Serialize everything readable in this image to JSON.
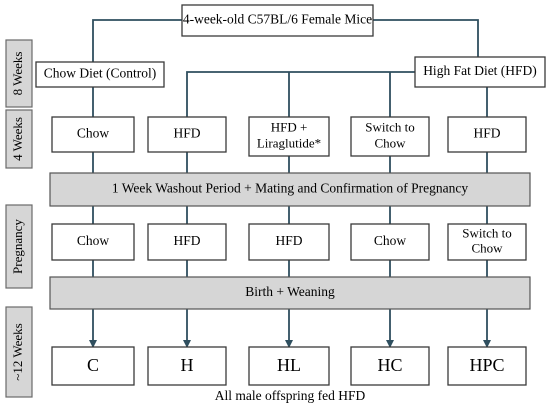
{
  "top": {
    "title": "4-week-old C57BL/6 Female Mice"
  },
  "side_labels": [
    "8 Weeks",
    "4 Weeks",
    "Pregnancy",
    "~12 Weeks"
  ],
  "diets": {
    "control": "Chow Diet (Control)",
    "hfd": "High Fat Diet (HFD)"
  },
  "row_4weeks": [
    [
      "Chow"
    ],
    [
      "HFD"
    ],
    [
      "HFD +",
      "Liraglutide*"
    ],
    [
      "Switch to",
      "Chow"
    ],
    [
      "HFD"
    ]
  ],
  "washout": "1 Week Washout Period + Mating and Confirmation of Pregnancy",
  "row_pregnancy": [
    [
      "Chow"
    ],
    [
      "HFD"
    ],
    [
      "HFD"
    ],
    [
      "Chow"
    ],
    [
      "Switch to",
      "Chow"
    ]
  ],
  "birth": "Birth + Weaning",
  "groups": [
    "C",
    "H",
    "HL",
    "HC",
    "HPC"
  ],
  "footer": "All male offspring fed HFD"
}
